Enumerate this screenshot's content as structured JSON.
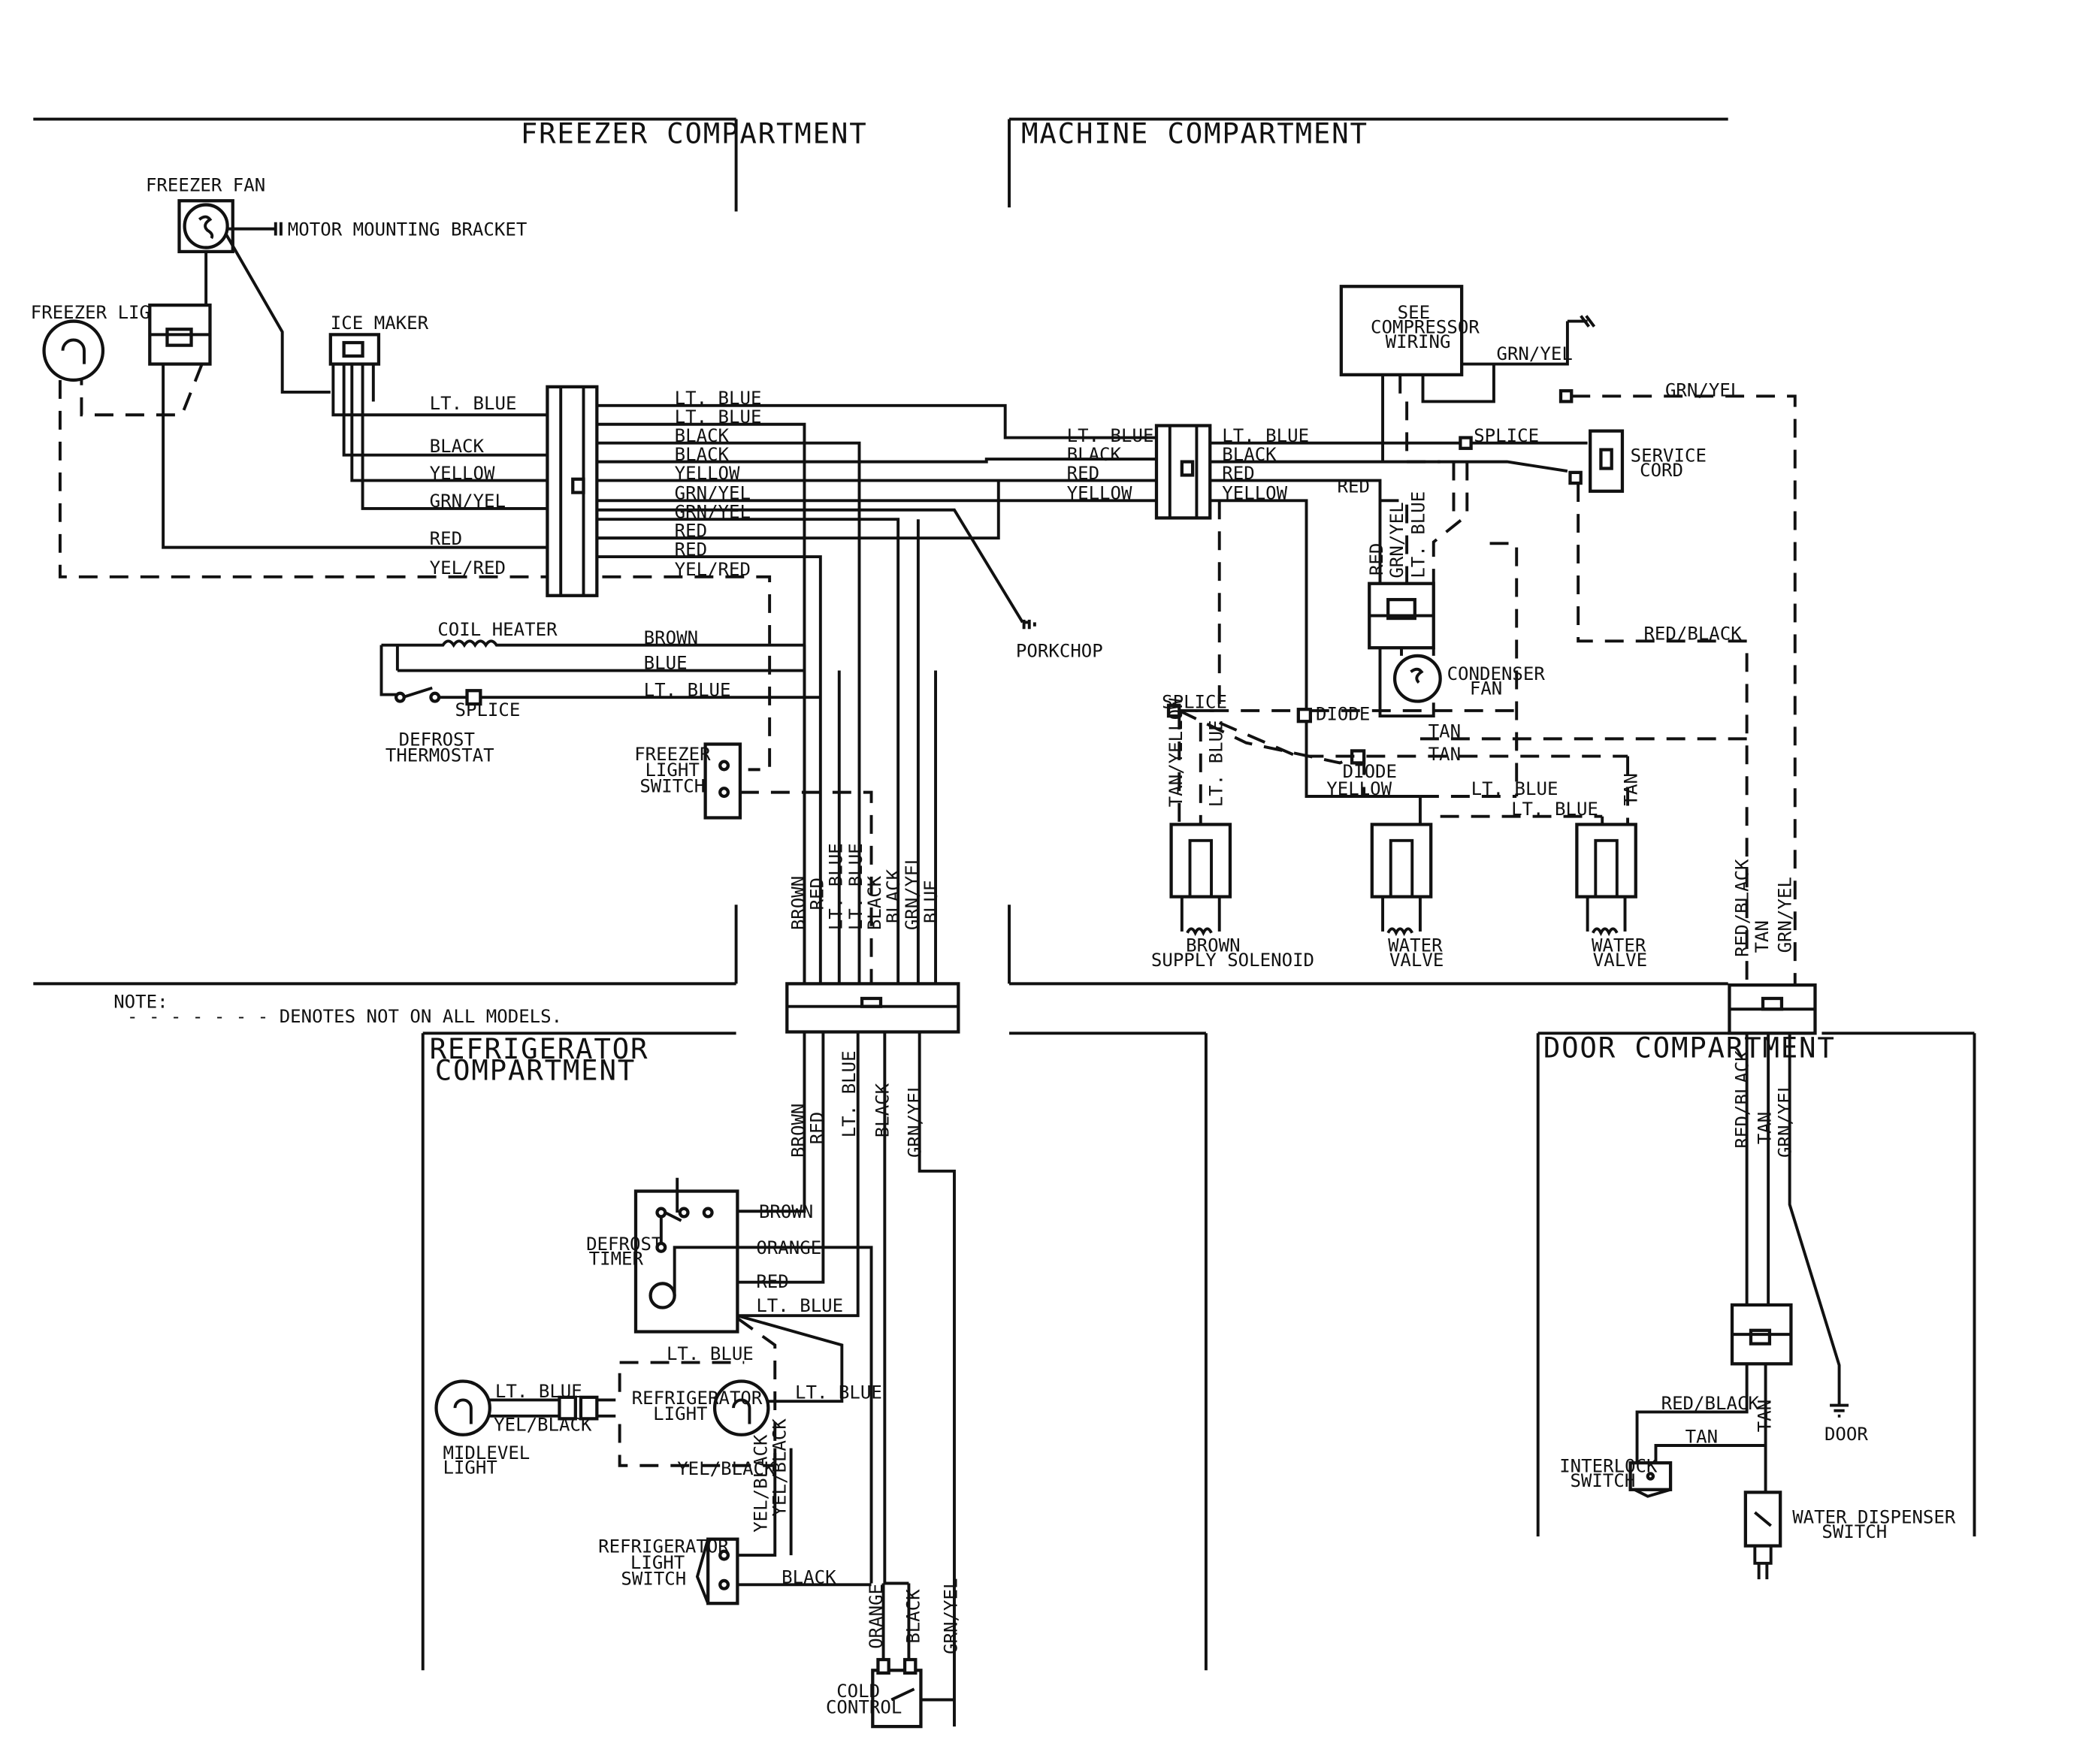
{
  "sections": {
    "freezer": "FREEZER COMPARTMENT",
    "machine": "MACHINE COMPARTMENT",
    "refrigerator_1": "REFRIGERATOR",
    "refrigerator_2": "COMPARTMENT",
    "door": "DOOR COMPARTMENT"
  },
  "note": {
    "label": "NOTE:",
    "text": "- - - - - - - DENOTES NOT ON ALL MODELS."
  },
  "components": {
    "freezer_fan": "FREEZER FAN",
    "motor_bracket": "MOTOR MOUNTING BRACKET",
    "freezer_light": "FREEZER LIGHT",
    "ice_maker": "ICE MAKER",
    "coil_heater": "COIL HEATER",
    "defrost_thermostat_1": "DEFROST",
    "defrost_thermostat_2": "THERMOSTAT",
    "splice": "SPLICE",
    "freezer_light_switch_1": "FREEZER",
    "freezer_light_switch_2": "LIGHT",
    "freezer_light_switch_3": "SWITCH",
    "porkchop": "PORKCHOP",
    "compressor_1": "SEE",
    "compressor_2": "COMPRESSOR",
    "compressor_3": "WIRING",
    "service_cord_1": "SERVICE",
    "service_cord_2": "CORD",
    "condenser_fan_1": "CONDENSER",
    "condenser_fan_2": "FAN",
    "diode": "DIODE",
    "brown": "BROWN",
    "supply_solenoid": "SUPPLY SOLENOID",
    "water_valve_1": "WATER",
    "water_valve_2": "VALVE",
    "defrost_timer_1": "DEFROST",
    "defrost_timer_2": "TIMER",
    "midlevel_light_1": "MIDLEVEL",
    "midlevel_light_2": "LIGHT",
    "refrigerator_light_1": "REFRIGERATOR",
    "refrigerator_light_2": "LIGHT",
    "refrigerator_light_switch_1": "REFRIGERATOR",
    "refrigerator_light_switch_2": "LIGHT",
    "refrigerator_light_switch_3": "SWITCH",
    "cold_control_1": "COLD",
    "cold_control_2": "CONTROL",
    "interlock_switch_1": "INTERLOCK",
    "interlock_switch_2": "SWITCH",
    "water_dispenser_switch_1": "WATER DISPENSER",
    "water_dispenser_switch_2": "SWITCH",
    "door": "DOOR"
  },
  "wires": {
    "lt_blue": "LT. BLUE",
    "black": "BLACK",
    "yellow": "YELLOW",
    "grn_yel": "GRN/YEL",
    "red": "RED",
    "yel_red": "YEL/RED",
    "brown": "BROWN",
    "blue": "BLUE",
    "orange": "ORANGE",
    "yel_black": "YEL/BLACK",
    "tan": "TAN",
    "tan_yellow": "TAN/YELLOW",
    "red_black": "RED/BLACK"
  }
}
